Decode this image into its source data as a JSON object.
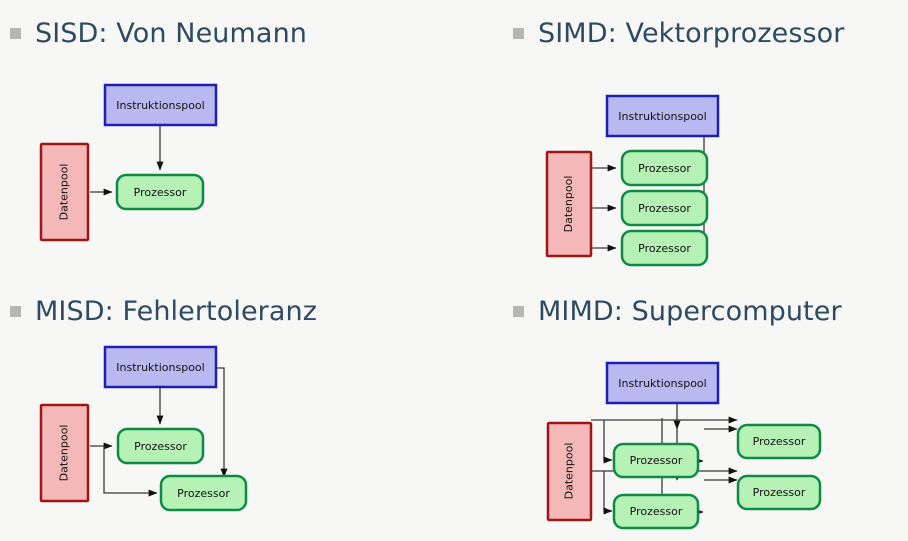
{
  "slide": {
    "background_color": "#f7f7f5",
    "heading_color": "#2e4a63",
    "bullet_color": "#b6b6b6"
  },
  "palette": {
    "instruction_fill": "#b9b9f2",
    "instruction_stroke": "#1f1fb0",
    "processor_fill": "#b6f2b6",
    "processor_stroke": "#0f8a46",
    "data_fill": "#f5b8b8",
    "data_stroke": "#a01414",
    "edge_color": "#3a3a3a"
  },
  "labels": {
    "instruction_pool": "Instruktionspool",
    "processor": "Prozessor",
    "data_pool": "Datenpool"
  },
  "quadrants": [
    {
      "id": "sisd",
      "heading": "SISD: Von Neumann",
      "instruction_pools": 1,
      "data_pools": 1,
      "processors": 1
    },
    {
      "id": "simd",
      "heading": "SIMD: Vektorprozessor",
      "instruction_pools": 1,
      "data_pools": 1,
      "processors": 3
    },
    {
      "id": "misd",
      "heading": "MISD: Fehlertoleranz",
      "instruction_pools": 1,
      "data_pools": 1,
      "processors": 2
    },
    {
      "id": "mimd",
      "heading": "MIMD: Supercomputer",
      "instruction_pools": 1,
      "data_pools": 1,
      "processors": 4
    }
  ]
}
